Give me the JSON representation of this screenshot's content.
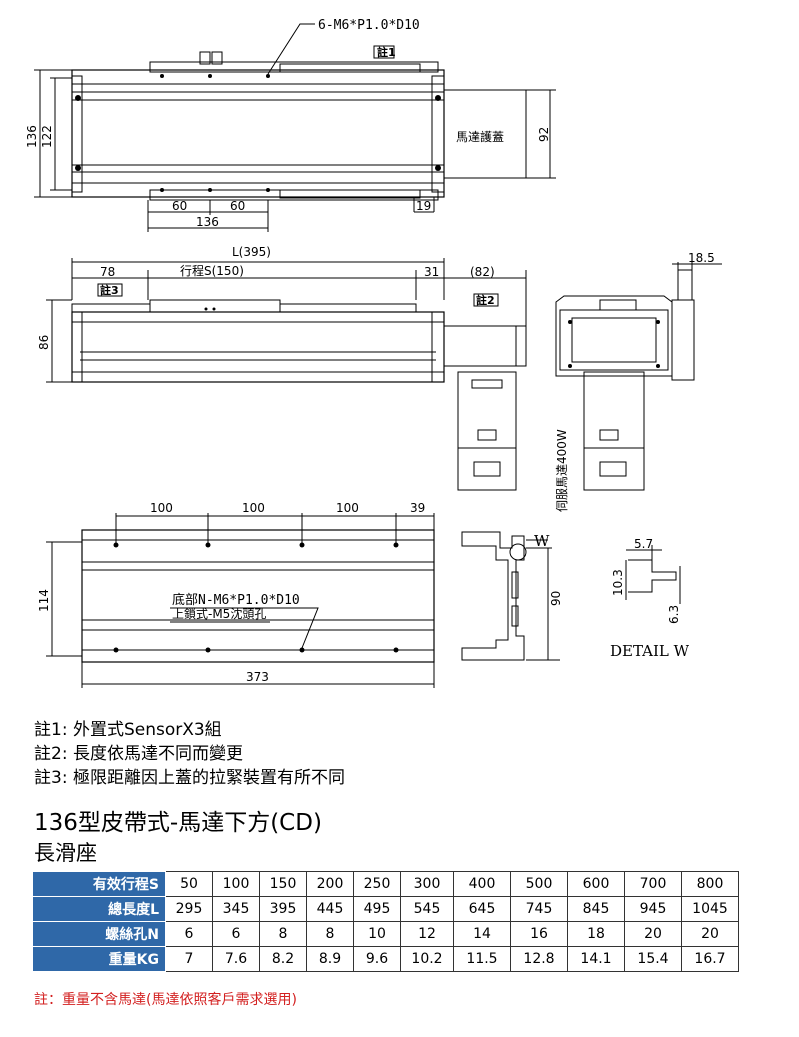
{
  "drawing": {
    "callout_top": "6-M6*P1.0*D10",
    "note1_tag": "註1",
    "note2_tag": "註2",
    "note3_tag": "註3",
    "motor_cover": "馬達護蓋",
    "dim_136_h": "136",
    "dim_122": "122",
    "dim_92": "92",
    "dim_60_a": "60",
    "dim_60_b": "60",
    "dim_136_w": "136",
    "dim_19": "19",
    "dim_L": "L(395)",
    "dim_78": "78",
    "dim_stroke": "行程S(150)",
    "dim_31": "31",
    "dim_82": "(82)",
    "dim_86": "86",
    "dim_18_5": "18.5",
    "servo_label": "伺服馬達400W",
    "dim_100_a": "100",
    "dim_100_b": "100",
    "dim_100_c": "100",
    "dim_39": "39",
    "dim_114": "114",
    "bottom_callout": "底部N-M6*P1.0*D10",
    "bottom_callout_sub": "上鎖式-M5沈頭孔",
    "dim_373": "373",
    "w_label": "W",
    "dim_90": "90",
    "dim_5_7": "5.7",
    "dim_10_3": "10.3",
    "dim_6_3": "6.3",
    "detail_label": "DETAIL W"
  },
  "notes": [
    "註1: 外置式SensorX3組",
    "註2: 長度依馬達不同而變更",
    "註3: 極限距離因上蓋的拉緊裝置有所不同"
  ],
  "title": "136型皮帶式-馬達下方(CD)",
  "subtitle": "長滑座",
  "table": {
    "rows": [
      {
        "label": "有效行程S",
        "values": [
          "50",
          "100",
          "150",
          "200",
          "250",
          "300",
          "400",
          "500",
          "600",
          "700",
          "800"
        ]
      },
      {
        "label": "總長度L",
        "values": [
          "295",
          "345",
          "395",
          "445",
          "495",
          "545",
          "645",
          "745",
          "845",
          "945",
          "1045"
        ]
      },
      {
        "label": "螺絲孔N",
        "values": [
          "6",
          "6",
          "8",
          "8",
          "10",
          "12",
          "14",
          "16",
          "18",
          "20",
          "20"
        ]
      },
      {
        "label": "重量KG",
        "values": [
          "7",
          "7.6",
          "8.2",
          "8.9",
          "9.6",
          "10.2",
          "11.5",
          "12.8",
          "14.1",
          "15.4",
          "16.7"
        ]
      }
    ]
  },
  "footnote": "註：重量不含馬達(馬達依照客戶需求選用)"
}
